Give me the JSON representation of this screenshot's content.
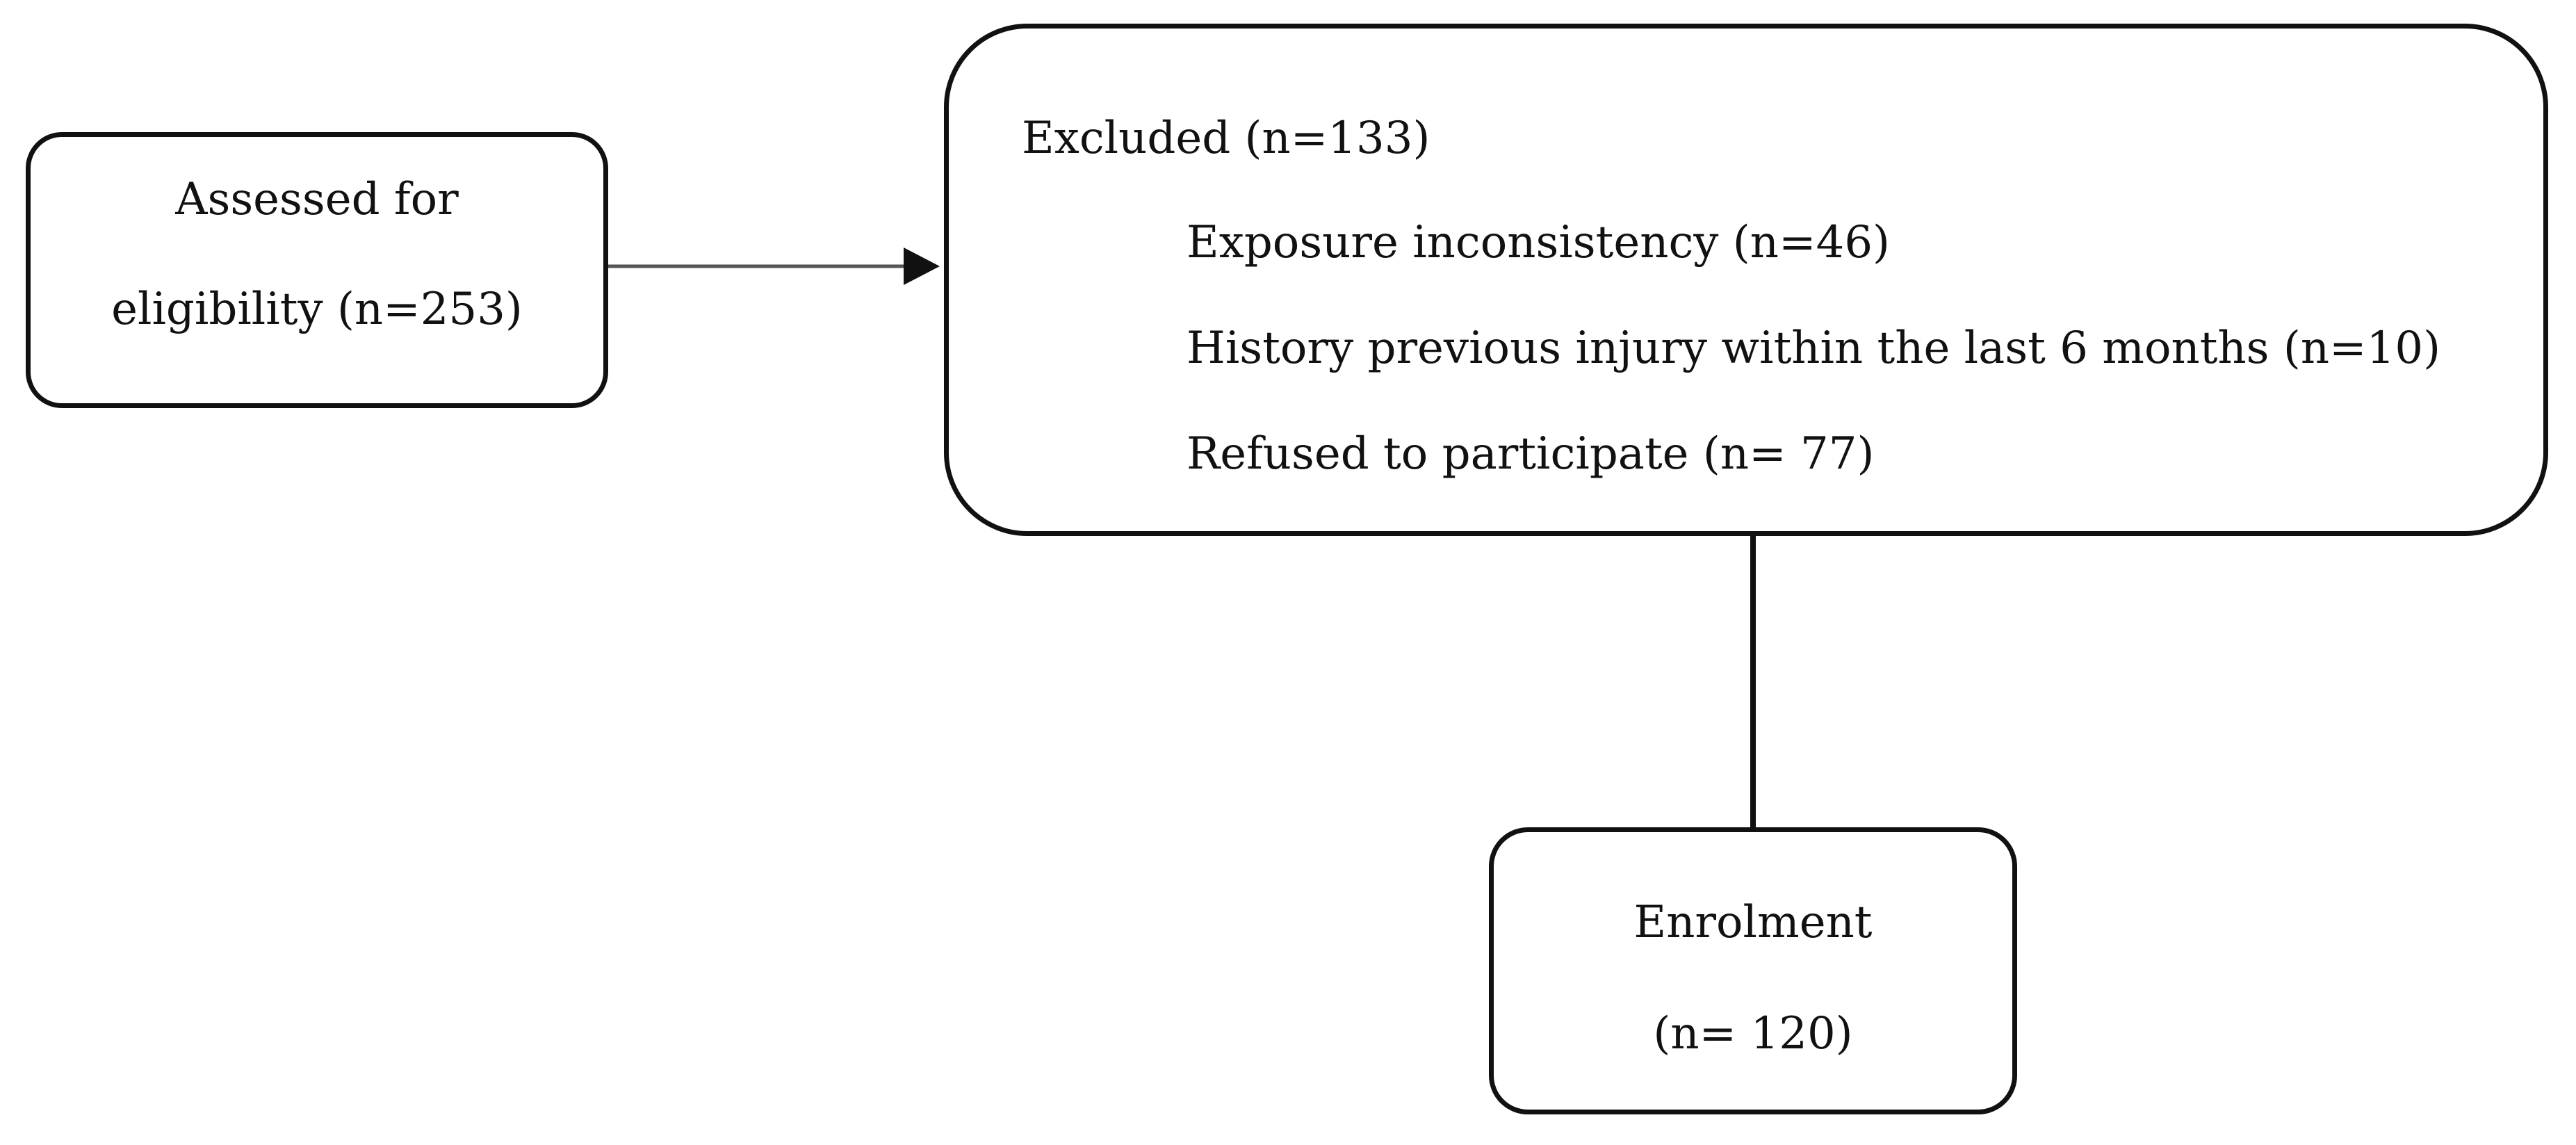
{
  "nodes": {
    "assessed": {
      "line1": "Assessed for",
      "line2": "eligibility (n=253)"
    },
    "excluded": {
      "title": "Excluded (n=133)",
      "reasons": [
        "Exposure inconsistency (n=46)",
        "History previous injury within the last 6 months (n=10)",
        "Refused to participate (n= 77)"
      ]
    },
    "enrolment": {
      "line1": "Enrolment",
      "line2": "(n= 120)"
    }
  },
  "colors": {
    "stroke": "#111111",
    "arrow_stroke": "#555555",
    "background": "#ffffff"
  }
}
